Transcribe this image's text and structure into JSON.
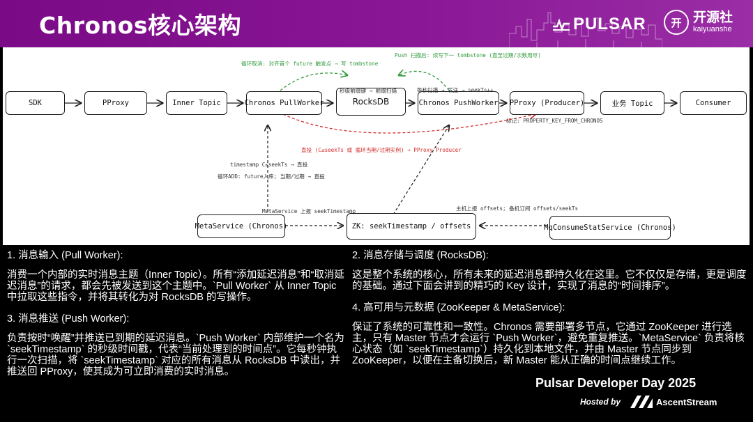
{
  "header": {
    "title": "Chronos核心架构",
    "pulsar_logo": "PULSAR",
    "kai_mark": "开",
    "kai_cn": "开源社",
    "kai_en": "kaiyuanshe",
    "bg_color": "#7a0a86"
  },
  "diagram": {
    "nodes": {
      "sdk": "SDK",
      "pproxy": "PProxy",
      "inner_topic": "Inner Topic",
      "pull_worker": "Chronos PullWorker",
      "rocksdb": "RocksDB",
      "push_worker": "Chronos PushWorker",
      "pproxy_producer": "PProxy (Producer)",
      "biz_topic": "业务 Topic",
      "consumer": "Consumer",
      "meta_service": "MetaService (Chronos)",
      "zk": "ZK: seekTimestamp / offsets",
      "mq_consume": "MqConsumeStatService (Chronos)"
    },
    "labels": {
      "loop_cancel": "循环取消: 对齐首个 future 触发点 → 写 tombstone",
      "push_after_scan": "Push 扫描后: 续写下一 tombstone (直至过期/次数用尽)",
      "second_key": "秒级前缀键 → 前缀扫描",
      "scan_per_sec": "每秒扫描 → 发送 → seekTs++",
      "mark": "标记: PROPERTY_KEY_FROM_CHRONOS",
      "direct_deliver": "直投 (C≤seekTs 或 循环当期/过期实例) → PProxy Producer",
      "ts_direct": "timestamp C≤seekTs → 直投",
      "loop_add": "循环ADD: future入库; 当期/过期 → 直投",
      "meta_report": "MetaService 上报 seekTimestamp",
      "master_report": "主机上报 offsets; 备机订阅 offsets/seekTs"
    },
    "colors": {
      "green": "#2f9a3a",
      "red": "#d42a2a",
      "line": "#1b1b1b"
    }
  },
  "text": {
    "s1_heading": "1. 消息输入 (Pull Worker):",
    "s1_body": "消费一个内部的实时消息主题（Inner Topic）。所有“添加延迟消息”和“取消延迟消息”的请求，都会先被发送到这个主题中。`Pull Worker` 从 Inner Topic 中拉取这些指令，并将其转化为对 RocksDB 的写操作。",
    "s3_heading": "3. 消息推送 (Push Worker):",
    "s3_body": "负责按时“唤醒”并推送已到期的延迟消息。`Push Worker` 内部维护一个名为 `seekTimestamp` 的秒级时间戳，代表“当前处理到的时间点”。它每秒钟执行一次扫描，将 `seekTimestamp` 对应的所有消息从 RocksDB 中读出，并推送回 PProxy，使其成为可立即消费的实时消息。",
    "s2_heading": "2. 消息存储与调度 (RocksDB):",
    "s2_body": "这是整个系统的核心，所有未来的延迟消息都持久化在这里。它不仅仅是存储，更是调度的基础。通过下面会讲到的精巧的 Key 设计，实现了消息的“时间排序”。",
    "s4_heading": "4. 高可用与元数据 (ZooKeeper & MetaService):",
    "s4_body": "保证了系统的可靠性和一致性。Chronos 需要部署多节点，它通过 ZooKeeper 进行选主，只有 Master 节点才会运行 `Push Worker`，避免重复推送。`MetaService` 负责将核心状态（如 `seekTimestamp`）持久化到本地文件，并由 Master 节点同步到 ZooKeeper，以便在主备切换后，新 Master 能从正确的时间点继续工作。"
  },
  "footer": {
    "event": "Pulsar Developer Day 2025",
    "hosted_by": "Hosted by",
    "sponsor": "AscentStream"
  }
}
